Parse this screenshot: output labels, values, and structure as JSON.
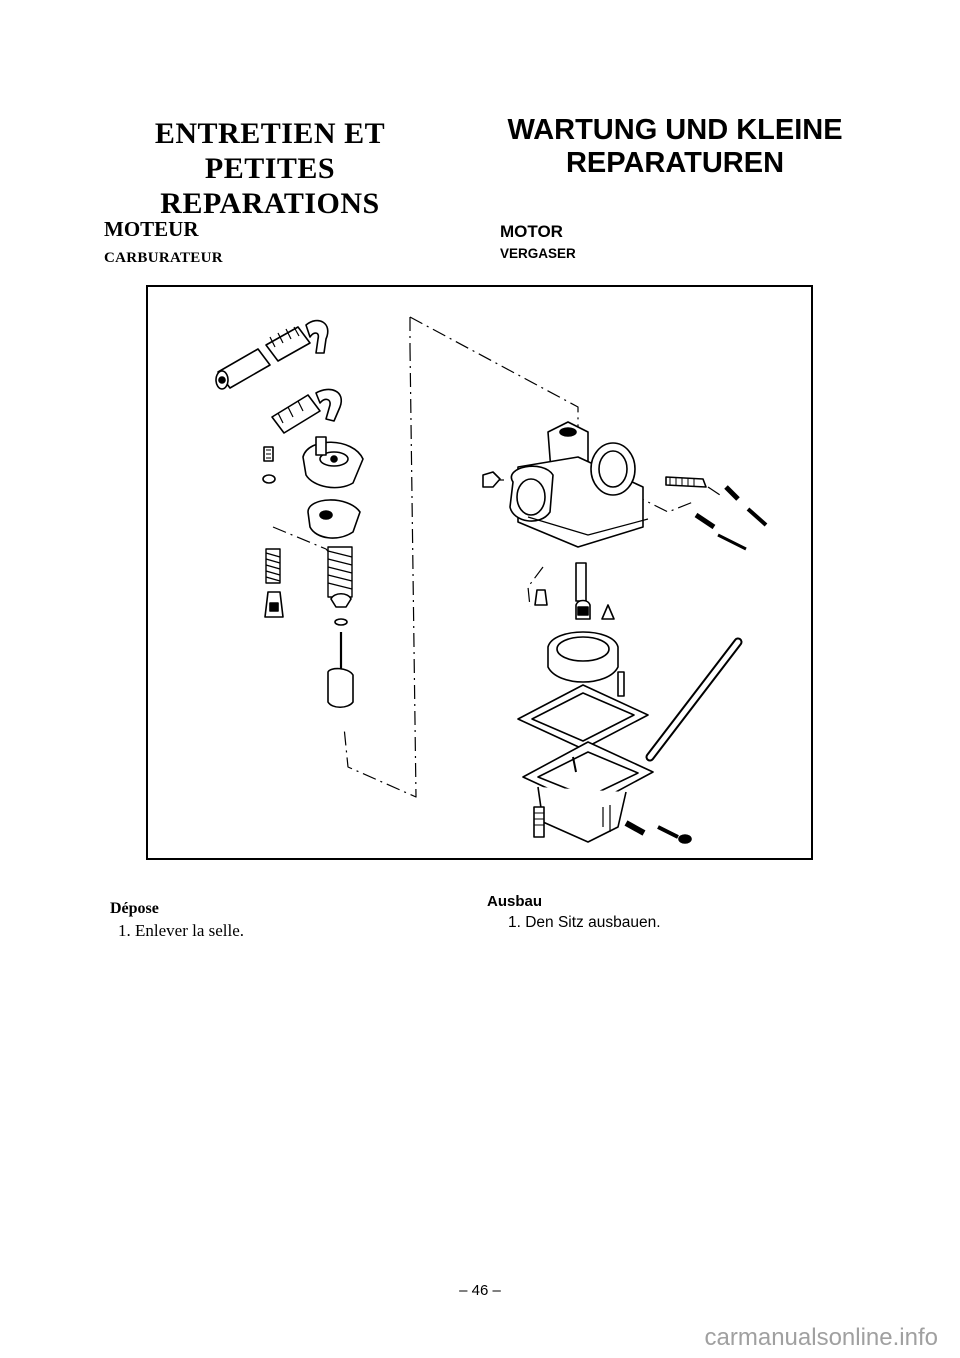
{
  "french": {
    "title_line1": "ENTRETIEN  ET",
    "title_line2": "PETITES",
    "title_line3": "REPARATIONS",
    "section": "MOTEUR",
    "subsection": "CARBURATEUR",
    "removal_heading": "Dépose",
    "step1": "1.  Enlever la selle."
  },
  "german": {
    "title_line1": "WARTUNG UND KLEINE",
    "title_line2": "REPARATUREN",
    "section": "MOTOR",
    "subsection": "VERGASER",
    "removal_heading": "Ausbau",
    "step1": "1.   Den Sitz ausbauen."
  },
  "page_number": "– 46 –",
  "watermark": "carmanualsonline.info"
}
